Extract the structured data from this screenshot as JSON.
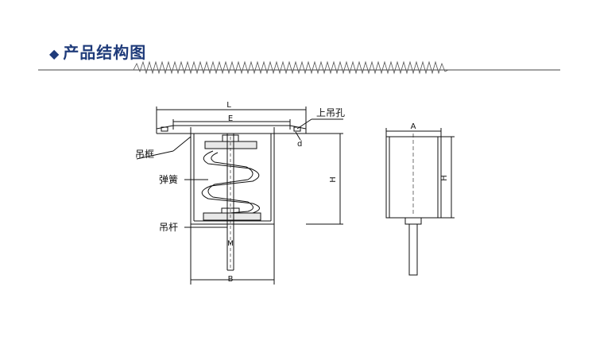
{
  "header": {
    "bullet": "◆",
    "title": "产品结构图",
    "accent_color": "#1f3b7a"
  },
  "diagram": {
    "line_color": "#111111",
    "front_view": {
      "dim_L": "L",
      "dim_E": "E",
      "dim_B": "B",
      "dim_H": "H",
      "dim_M": "M",
      "dim_d": "d"
    },
    "side_view": {
      "dim_A": "A",
      "dim_H": "H"
    },
    "callouts": {
      "top_hole": "上吊孔",
      "frame": "吊框",
      "spring": "弹簧",
      "rod": "吊杆"
    }
  }
}
